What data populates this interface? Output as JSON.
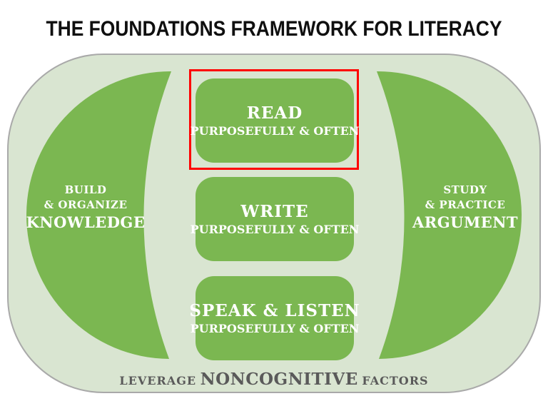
{
  "title": "THE FOUNDATIONS FRAMEWORK FOR LITERACY",
  "colors": {
    "crescent_green": "#7bb751",
    "container_fill": "#d9e5d1",
    "container_border": "#a9a9a9",
    "highlight_red": "#ff0000",
    "footer_gray": "#5a5a5a",
    "title_black": "#0f0f0f",
    "box_text_white": "#ffffff"
  },
  "left_crescent": {
    "lines": [
      "BUILD",
      "& ORGANIZE",
      "KNOWLEDGE"
    ]
  },
  "right_crescent": {
    "lines": [
      "STUDY",
      "& PRACTICE",
      "ARGUMENT"
    ]
  },
  "center_boxes": [
    {
      "id": "read",
      "title": "READ",
      "subtitle": "PURPOSEFULLY & OFTEN",
      "highlighted": true
    },
    {
      "id": "write",
      "title": "WRITE",
      "subtitle": "PURPOSEFULLY & OFTEN",
      "highlighted": false
    },
    {
      "id": "speak-listen",
      "title": "SPEAK & LISTEN",
      "subtitle": "PURPOSEFULLY & OFTEN",
      "highlighted": false
    }
  ],
  "footer": {
    "prefix": "LEVERAGE",
    "emphasis": "NONCOGNITIVE",
    "suffix": "FACTORS"
  }
}
